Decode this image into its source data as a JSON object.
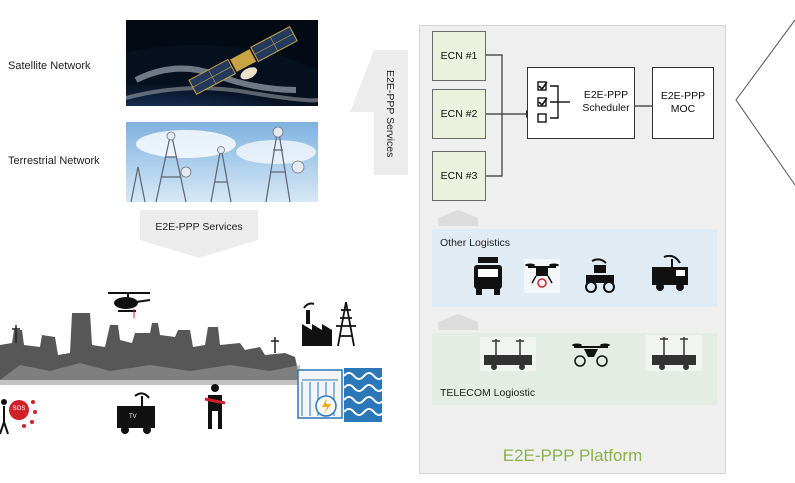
{
  "networks": {
    "satellite_label": "Satellite Network",
    "terrestrial_label": "Terrestrial Network"
  },
  "services": {
    "down_label": "E2E-PPP Services",
    "left_label": "E2E-PPP Services"
  },
  "platform": {
    "title": "E2E-PPP Platform",
    "ecn": [
      "ECN #1",
      "ECN #2",
      "ECN #3"
    ],
    "scheduler_label": "E2E-PPP\nScheduler",
    "moc_label": "E2E-PPP\nMOC",
    "other_logistics_label": "Other Logistics",
    "telecom_logistic_label": "TELECOM Logiostic"
  },
  "city": {
    "sos_label": "SOS",
    "tv_label": "TV"
  },
  "colors": {
    "ecn_fill": "#eaf2de",
    "platform_title": "#8cb04a",
    "other_band": "#e1ebf4",
    "telecom_band": "#e3ede3",
    "arrow_gray": "#ececec",
    "water": "#2c77b8",
    "sos_red": "#d0202a"
  }
}
